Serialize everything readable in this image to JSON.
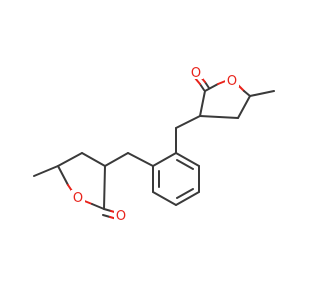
{
  "molecule": {
    "atom_labels": {
      "o_upper_carbonyl": "O",
      "o_upper_ring": "O",
      "o_lower_ring": "O",
      "o_lower_carbonyl": "O"
    },
    "colors": {
      "carbon_bond": "#3a3a3a",
      "oxygen": "#e8231b",
      "background": "#ffffff"
    }
  }
}
